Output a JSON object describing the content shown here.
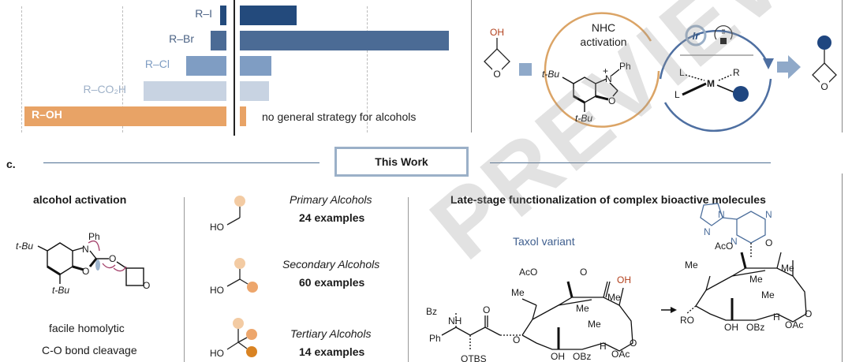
{
  "colors": {
    "ri": "#234a7c",
    "rbr": "#4b6b95",
    "rcl": "#7f9dc3",
    "rco2h": "#c8d3e2",
    "roh": "#e8a366",
    "label_ri": "#4c6385",
    "label_rco2h": "#9eb1c8",
    "nhc_ring": "#dba466",
    "cycle_ring": "#4e6fa1",
    "dot_blue": "#1f4680",
    "this_work_border": "#9bb0c8",
    "alc1": "#f3cba3",
    "alc2": "#eda66c",
    "alc3": "#d98323",
    "taxol_label": "#3f5f8f",
    "taxol_oh": "#b2401c",
    "pyrazole": "#4d6f9c"
  },
  "panel_b": {
    "rows": [
      {
        "label": "R–I",
        "left_fill": 0.03,
        "right_fill": 0.27
      },
      {
        "label": "R–Br",
        "left_fill": 0.08,
        "right_fill": 1.0
      },
      {
        "label": "R–Cl",
        "left_fill": 0.2,
        "right_fill": 0.15
      },
      {
        "label": "R–CO₂H",
        "left_fill": 0.41,
        "right_fill": 0.14
      },
      {
        "label": "R–OH",
        "left_fill": 1.0,
        "right_fill": 0.03
      }
    ],
    "roh_note": "no general strategy for alcohols"
  },
  "scheme_top": {
    "oh_label": "OH",
    "o_label": "O",
    "nhc_title_1": "NHC",
    "nhc_title_2": "activation",
    "tbu_1": "t-Bu",
    "tbu_2": "t-Bu",
    "ph": "Ph",
    "n_plus": "N",
    "o_ring": "O",
    "ir": "Ir",
    "m_center": "M",
    "l1": "L",
    "l2": "L",
    "r": "R"
  },
  "panel_c": {
    "letter": "c.",
    "this_work": "This Work",
    "activation": {
      "title": "alcohol activation",
      "tbu_1": "t-Bu",
      "tbu_2": "t-Bu",
      "ph": "Ph",
      "n": "N",
      "o1": "O",
      "o2": "O",
      "o3": "O",
      "caption_1": "facile homolytic",
      "caption_2": "C-O bond cleavage"
    },
    "alcohols": [
      {
        "type": "Primary Alcohols",
        "count": "24 examples",
        "ho": "HO"
      },
      {
        "type": "Secondary Alcohols",
        "count": "60 examples",
        "ho": "HO"
      },
      {
        "type": "Tertiary Alcohols",
        "count": "14 examples",
        "ho": "HO"
      }
    ],
    "late_stage": {
      "title": "Late-stage functionalization of complex bioactive molecules",
      "taxol_label": "Taxol variant",
      "left": {
        "aco": "AcO",
        "o_keto": "O",
        "oh": "OH",
        "me1": "Me",
        "me2": "Me",
        "me3": "Me",
        "me4": "Me",
        "bz": "Bz",
        "nh": "NH",
        "o_ester": "O",
        "ph": "Ph",
        "o_link": "O",
        "otbs": "OTBS",
        "oh_bottom": "OH",
        "obz": "OBz",
        "h": "H",
        "oac": "OAc",
        "o_ox": "O"
      },
      "right": {
        "aco": "AcO",
        "o_keto": "O",
        "me1": "Me",
        "me2": "Me",
        "me3": "Me",
        "me4": "Me",
        "ro": "RO",
        "oh_bottom": "OH",
        "obz": "OBz",
        "h": "H",
        "oac": "OAc",
        "o_ox": "O",
        "n1": "N",
        "n2": "N",
        "n3": "N",
        "n4": "N"
      }
    }
  },
  "watermark": "PREVIEW"
}
